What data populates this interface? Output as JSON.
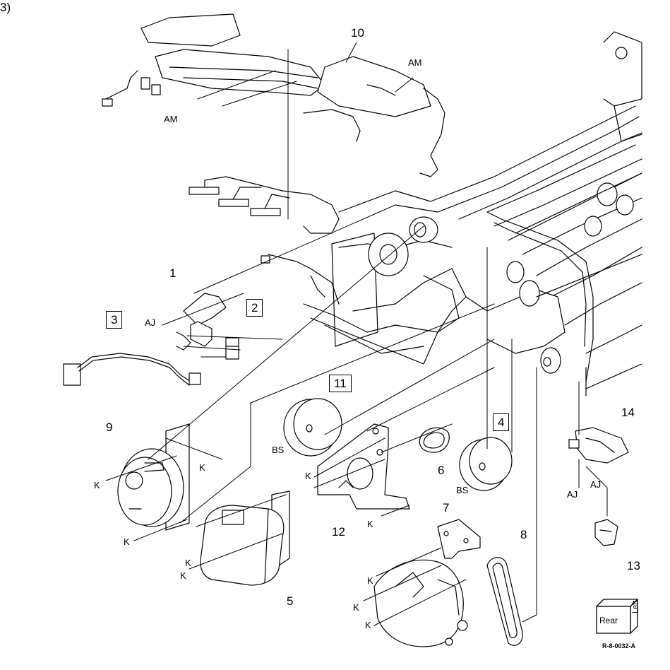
{
  "header": {
    "fragment": "3)"
  },
  "callouts": {
    "n1": "1",
    "n2": "2",
    "n3": "3",
    "n4": "4",
    "n5": "5",
    "n6": "6",
    "n7": "7",
    "n8": "8",
    "n9": "9",
    "n10": "10",
    "n11": "11",
    "n12": "12",
    "n13": "13",
    "n14": "14"
  },
  "refs": {
    "am": "AM",
    "aj": "AJ",
    "bs": "BS",
    "k": "K"
  },
  "orientation": {
    "rear": "Rear",
    "left": "Left"
  },
  "figure_id": "R-8-0032-A"
}
